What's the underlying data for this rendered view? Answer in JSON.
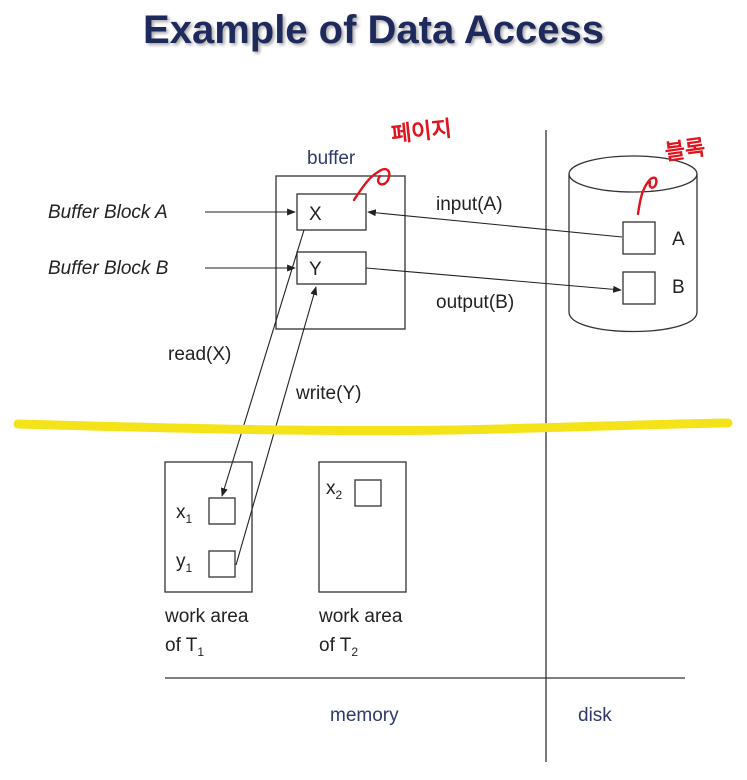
{
  "title": "Example of Data Access",
  "diagram": {
    "buffer_label": "buffer",
    "buffer_block_a": "Buffer Block A",
    "buffer_block_b": "Buffer Block B",
    "block_x": "X",
    "block_y": "Y",
    "input_label": "input(A)",
    "output_label": "output(B)",
    "read_label": "read(X)",
    "write_label": "write(Y)",
    "disk_block_a": "A",
    "disk_block_b": "B",
    "t1_var_x": "x",
    "t1_var_y": "y",
    "t1_sub": "1",
    "t2_var_x": "x",
    "t2_sub": "2",
    "work_area_line": "work area",
    "of_t1_prefix": "of T",
    "of_t1_sub": "1",
    "of_t2_prefix": "of T",
    "of_t2_sub": "2",
    "memory_label": "memory",
    "disk_label": "disk"
  },
  "annotations": {
    "page_note": "페이지",
    "block_note": "블록",
    "note_color": "#e0141e",
    "highlight_color": "#f5e31a"
  },
  "colors": {
    "title": "#1f2a5c",
    "footer_text": "#2f3a6b"
  }
}
